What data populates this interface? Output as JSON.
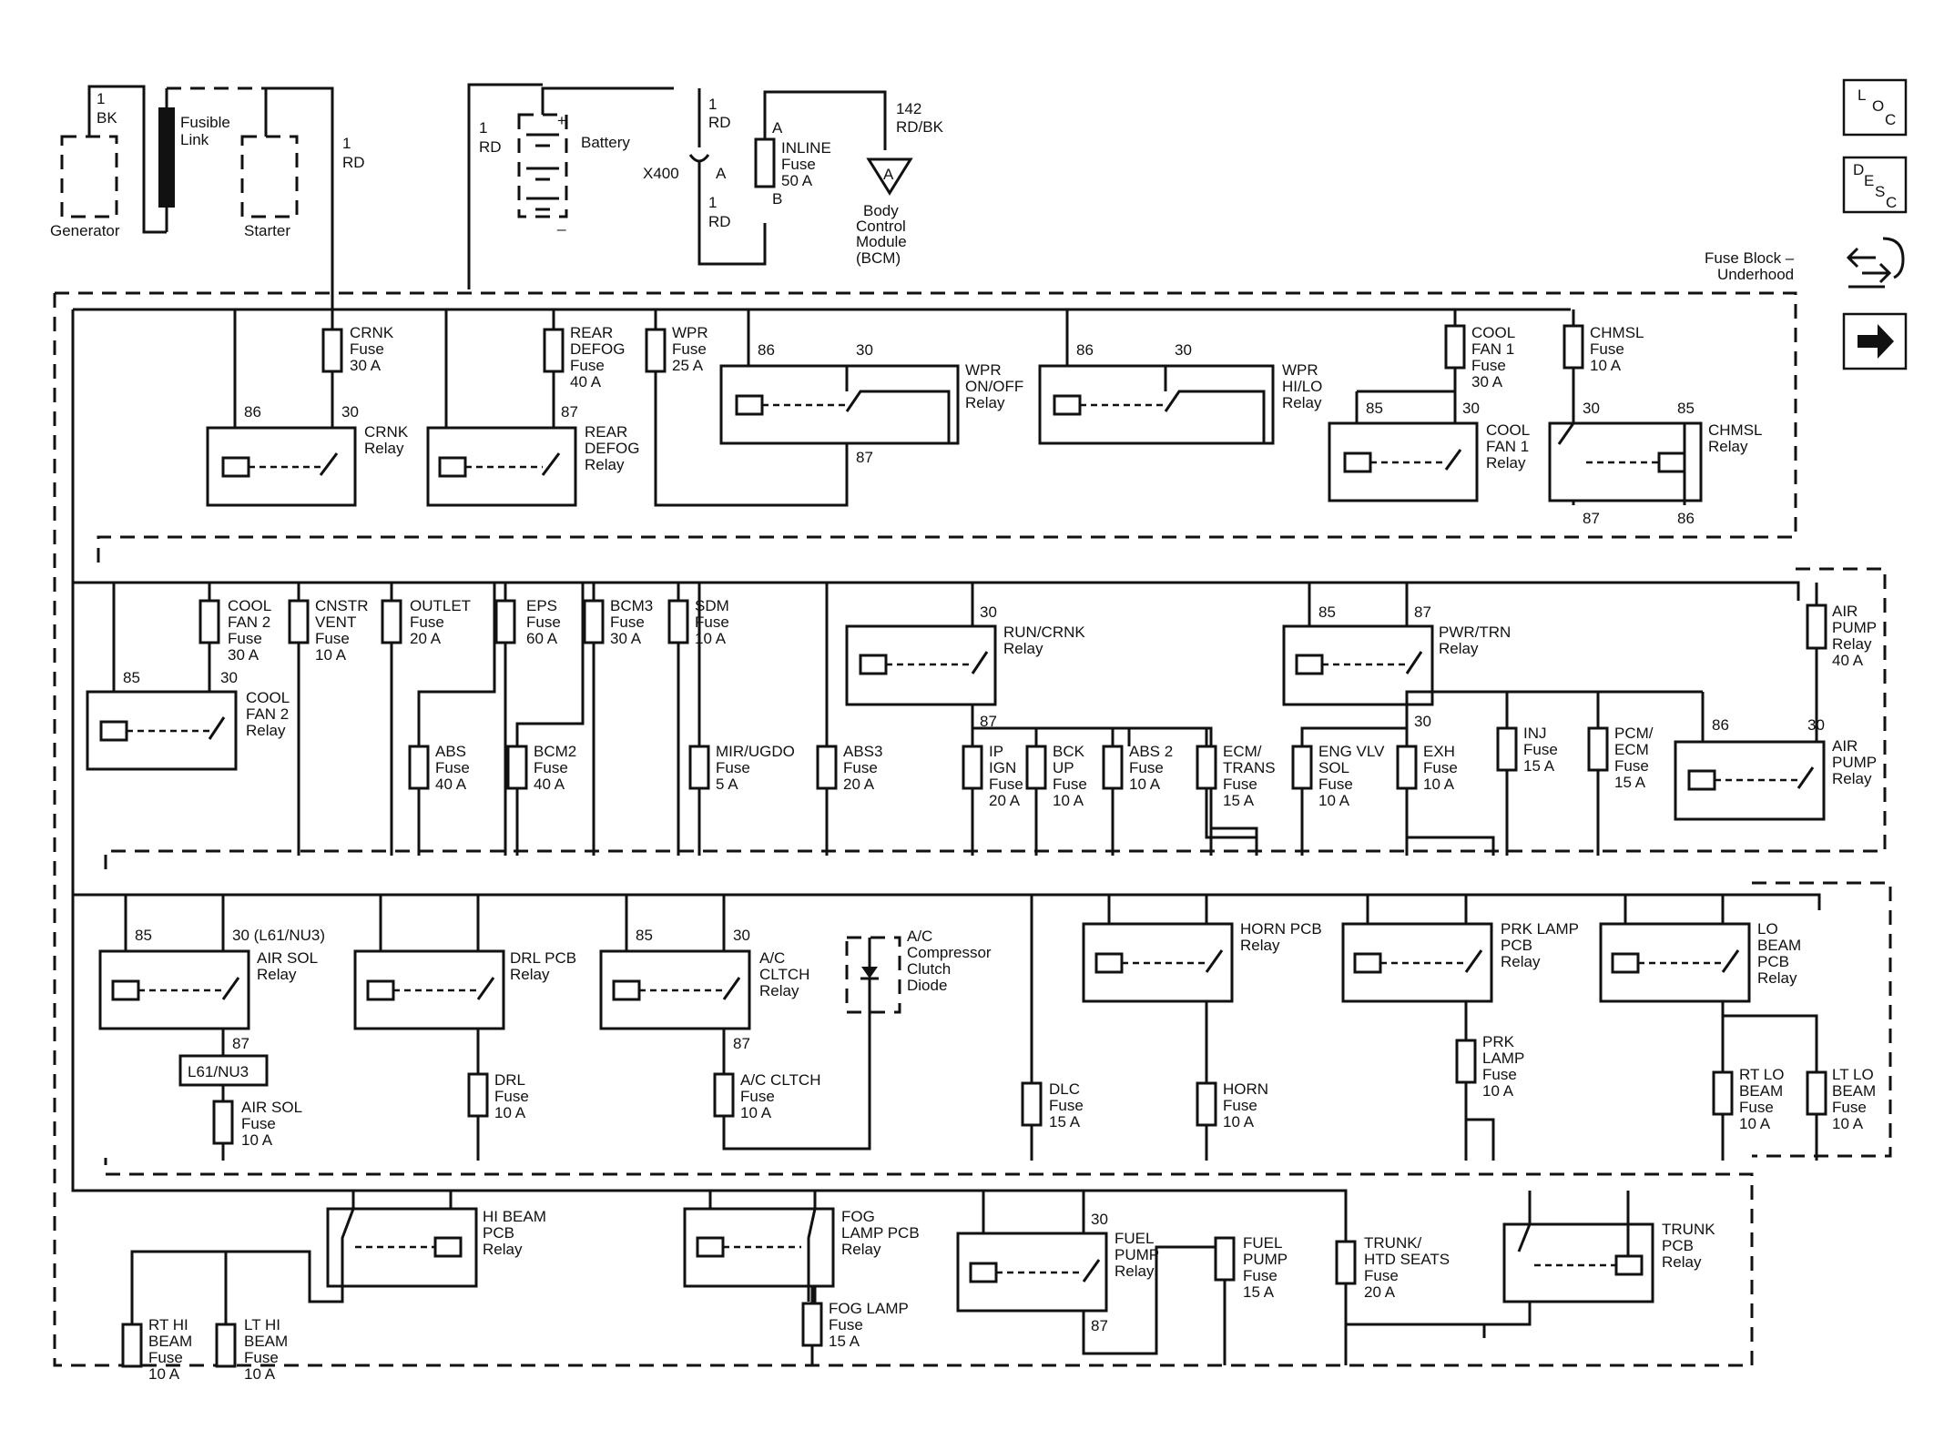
{
  "top": {
    "generator": {
      "wire_num": "1",
      "wire_color": "BK",
      "label": "Generator"
    },
    "fusible_link": [
      "Fusible",
      "Link"
    ],
    "starter": {
      "label": "Starter",
      "wire_num": "1",
      "wire_color": "RD"
    },
    "battery": {
      "label": "Battery",
      "plus": "+",
      "minus": "_",
      "wire_num": "1",
      "wire_color": "RD"
    },
    "x400": {
      "label": "X400",
      "pin": "A",
      "wire_top": [
        "1",
        "RD"
      ],
      "wire_bottom": [
        "1",
        "RD"
      ]
    },
    "inline_fuse": {
      "lines": [
        "INLINE",
        "Fuse",
        "50 A"
      ],
      "pin_a": "A",
      "pin_b": "B"
    },
    "bcm": {
      "wire": [
        "142",
        "RD/BK"
      ],
      "pin": "A",
      "lines": [
        "Body",
        "Control",
        "Module",
        "(BCM)"
      ]
    },
    "fuse_block_label": [
      "Fuse Block –",
      "Underhood"
    ]
  },
  "nav": {
    "loc": [
      "L",
      "O",
      "C"
    ],
    "desc": [
      "D",
      "E",
      "S",
      "C"
    ]
  },
  "row1": {
    "fuses": [
      {
        "id": "crnk",
        "lines": [
          "CRNK",
          "Fuse",
          "30 A"
        ]
      },
      {
        "id": "rear-defog",
        "lines": [
          "REAR",
          "DEFOG",
          "Fuse",
          "40 A"
        ]
      },
      {
        "id": "wpr",
        "lines": [
          "WPR",
          "Fuse",
          "25 A"
        ]
      },
      {
        "id": "cool-fan-1",
        "lines": [
          "COOL",
          "FAN 1",
          "Fuse",
          "30 A"
        ]
      },
      {
        "id": "chmsl",
        "lines": [
          "CHMSL",
          "Fuse",
          "10 A"
        ]
      }
    ],
    "relays": [
      {
        "id": "crnk",
        "lines": [
          "CRNK",
          "Relay"
        ],
        "pins": [
          "86",
          "30"
        ]
      },
      {
        "id": "rear-defog",
        "lines": [
          "REAR",
          "DEFOG",
          "Relay"
        ],
        "pins": [
          "87"
        ]
      },
      {
        "id": "wpr-onoff",
        "lines": [
          "WPR",
          "ON/OFF",
          "Relay"
        ],
        "pins": [
          "86",
          "30",
          "87"
        ]
      },
      {
        "id": "wpr-hilo",
        "lines": [
          "WPR",
          "HI/LO",
          "Relay"
        ],
        "pins": [
          "86",
          "30"
        ]
      },
      {
        "id": "cool-fan-1",
        "lines": [
          "COOL",
          "FAN 1",
          "Relay"
        ],
        "pins": [
          "85",
          "30"
        ]
      },
      {
        "id": "chmsl",
        "lines": [
          "CHMSL",
          "Relay"
        ],
        "pins": [
          "30",
          "85",
          "87",
          "86"
        ]
      }
    ]
  },
  "row2": {
    "top_fuses": [
      {
        "id": "cool-fan-2",
        "lines": [
          "COOL",
          "FAN 2",
          "Fuse",
          "30 A"
        ]
      },
      {
        "id": "cnstr-vent",
        "lines": [
          "CNSTR",
          "VENT",
          "Fuse",
          "10 A"
        ]
      },
      {
        "id": "outlet",
        "lines": [
          "OUTLET",
          "Fuse",
          "20 A"
        ]
      },
      {
        "id": "eps",
        "lines": [
          "EPS",
          "Fuse",
          "60 A"
        ]
      },
      {
        "id": "bcm3",
        "lines": [
          "BCM3",
          "Fuse",
          "30 A"
        ]
      },
      {
        "id": "sdm",
        "lines": [
          "SDM",
          "Fuse",
          "10 A"
        ]
      },
      {
        "id": "air-pump",
        "lines": [
          "AIR",
          "PUMP",
          "Relay",
          "40 A"
        ]
      }
    ],
    "low_fuses": [
      {
        "id": "abs",
        "lines": [
          "ABS",
          "Fuse",
          "40 A"
        ]
      },
      {
        "id": "bcm2",
        "lines": [
          "BCM2",
          "Fuse",
          "40 A"
        ]
      },
      {
        "id": "mir-ugdo",
        "lines": [
          "MIR/UGDO",
          "Fuse",
          "5 A"
        ]
      },
      {
        "id": "abs3",
        "lines": [
          "ABS3",
          "Fuse",
          "20 A"
        ]
      },
      {
        "id": "ip-ign",
        "lines": [
          "IP",
          "IGN",
          "Fuse",
          "20 A"
        ]
      },
      {
        "id": "bck-up",
        "lines": [
          "BCK",
          "UP",
          "Fuse",
          "10 A"
        ]
      },
      {
        "id": "abs2",
        "lines": [
          "ABS 2",
          "Fuse",
          "10 A"
        ]
      },
      {
        "id": "ecm-trans",
        "lines": [
          "ECM/",
          "TRANS",
          "Fuse",
          "15 A"
        ]
      },
      {
        "id": "eng-vlv-sol",
        "lines": [
          "ENG VLV",
          "SOL",
          "Fuse",
          "10 A"
        ]
      },
      {
        "id": "exh",
        "lines": [
          "EXH",
          "Fuse",
          "10 A"
        ]
      },
      {
        "id": "inj",
        "lines": [
          "INJ",
          "Fuse",
          "15 A"
        ]
      },
      {
        "id": "pcm-ecm",
        "lines": [
          "PCM/",
          "ECM",
          "Fuse",
          "15 A"
        ]
      }
    ],
    "relays": [
      {
        "id": "cool-fan-2",
        "lines": [
          "COOL",
          "FAN 2",
          "Relay"
        ],
        "pins": [
          "85",
          "30"
        ]
      },
      {
        "id": "run-crnk",
        "lines": [
          "RUN/CRNK",
          "Relay"
        ],
        "pins": [
          "30",
          "87"
        ]
      },
      {
        "id": "pwr-trn",
        "lines": [
          "PWR/TRN",
          "Relay"
        ],
        "pins": [
          "85",
          "87",
          "30"
        ]
      },
      {
        "id": "air-pump",
        "lines": [
          "AIR",
          "PUMP",
          "Relay"
        ],
        "pins": [
          "86",
          "30"
        ]
      }
    ]
  },
  "row3": {
    "relays": [
      {
        "id": "air-sol",
        "lines": [
          "AIR SOL",
          "Relay"
        ],
        "pins": [
          "85",
          "30 (L61/NU3)",
          "87"
        ]
      },
      {
        "id": "drl-pcb",
        "lines": [
          "DRL PCB",
          "Relay"
        ]
      },
      {
        "id": "ac-clutch",
        "lines": [
          "A/C",
          "CLTCH",
          "Relay"
        ],
        "pins": [
          "85",
          "30",
          "87"
        ]
      },
      {
        "id": "horn-pcb",
        "lines": [
          "HORN PCB",
          "Relay"
        ]
      },
      {
        "id": "prk-lamp-pcb",
        "lines": [
          "PRK LAMP",
          "PCB",
          "Relay"
        ]
      },
      {
        "id": "lo-beam-pcb",
        "lines": [
          "LO",
          "BEAM",
          "PCB",
          "Relay"
        ]
      }
    ],
    "l61_box": "L61/NU3",
    "diode": [
      "A/C",
      "Compressor",
      "Clutch",
      "Diode"
    ],
    "fuses": [
      {
        "id": "air-sol",
        "lines": [
          "AIR SOL",
          "Fuse",
          "10 A"
        ]
      },
      {
        "id": "drl",
        "lines": [
          "DRL",
          "Fuse",
          "10 A"
        ]
      },
      {
        "id": "ac-cltch",
        "lines": [
          "A/C CLTCH",
          "Fuse",
          "10 A"
        ]
      },
      {
        "id": "dlc",
        "lines": [
          "DLC",
          "Fuse",
          "15 A"
        ]
      },
      {
        "id": "horn",
        "lines": [
          "HORN",
          "Fuse",
          "10 A"
        ]
      },
      {
        "id": "prk-lamp",
        "lines": [
          "PRK",
          "LAMP",
          "Fuse",
          "10 A"
        ]
      },
      {
        "id": "rt-lo-beam",
        "lines": [
          "RT LO",
          "BEAM",
          "Fuse",
          "10 A"
        ]
      },
      {
        "id": "lt-lo-beam",
        "lines": [
          "LT LO",
          "BEAM",
          "Fuse",
          "10 A"
        ]
      }
    ]
  },
  "row4": {
    "relays": [
      {
        "id": "hi-beam-pcb",
        "lines": [
          "HI BEAM",
          "PCB",
          "Relay"
        ]
      },
      {
        "id": "fog-lamp-pcb",
        "lines": [
          "FOG",
          "LAMP PCB",
          "Relay"
        ]
      },
      {
        "id": "fuel-pump",
        "lines": [
          "FUEL",
          "PUMP",
          "Relay"
        ],
        "pins": [
          "30",
          "87"
        ]
      },
      {
        "id": "trunk",
        "lines": [
          "TRUNK",
          "PCB",
          "Relay"
        ]
      }
    ],
    "fuses": [
      {
        "id": "rt-hi-beam",
        "lines": [
          "RT HI",
          "BEAM",
          "Fuse",
          "10 A"
        ]
      },
      {
        "id": "lt-hi-beam",
        "lines": [
          "LT HI",
          "BEAM",
          "Fuse",
          "10 A"
        ]
      },
      {
        "id": "fog-lamp",
        "lines": [
          "FOG LAMP",
          "Fuse",
          "15 A"
        ]
      },
      {
        "id": "fuel-pump",
        "lines": [
          "FUEL",
          "PUMP",
          "Fuse",
          "15 A"
        ]
      },
      {
        "id": "trunk-htd-seats",
        "lines": [
          "TRUNK/",
          "HTD SEATS",
          "Fuse",
          "20 A"
        ]
      }
    ]
  }
}
